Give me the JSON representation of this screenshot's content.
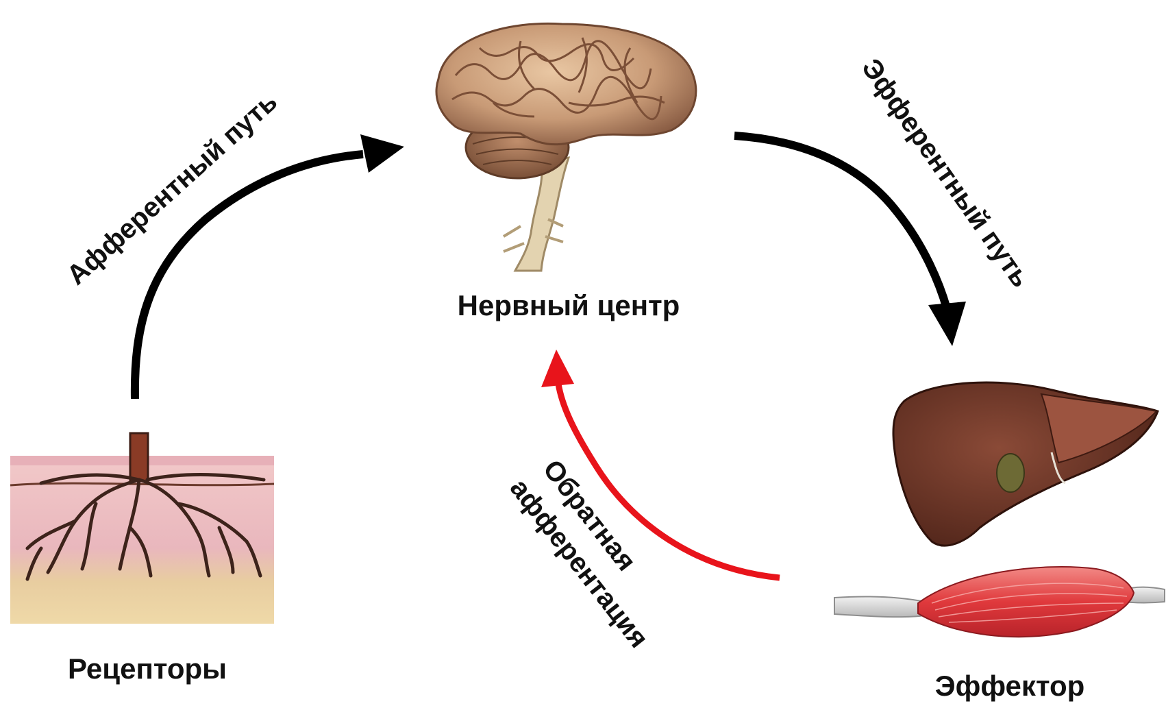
{
  "nodes": {
    "center": {
      "label": "Нервный центр",
      "image": "brain-illustration"
    },
    "receptors": {
      "label": "Рецепторы",
      "image": "skin-section-illustration"
    },
    "effector": {
      "label": "Эффектор",
      "images": [
        "liver-illustration",
        "muscle-illustration"
      ]
    }
  },
  "paths": {
    "afferent": "Афферентный путь",
    "efferent": "Эфферентный путь",
    "feedback_line1": "Обратная",
    "feedback_line2": "афферентация"
  },
  "colors": {
    "main_arrow": "#000000",
    "feedback_arrow": "#e8141b",
    "background": "#ffffff"
  }
}
